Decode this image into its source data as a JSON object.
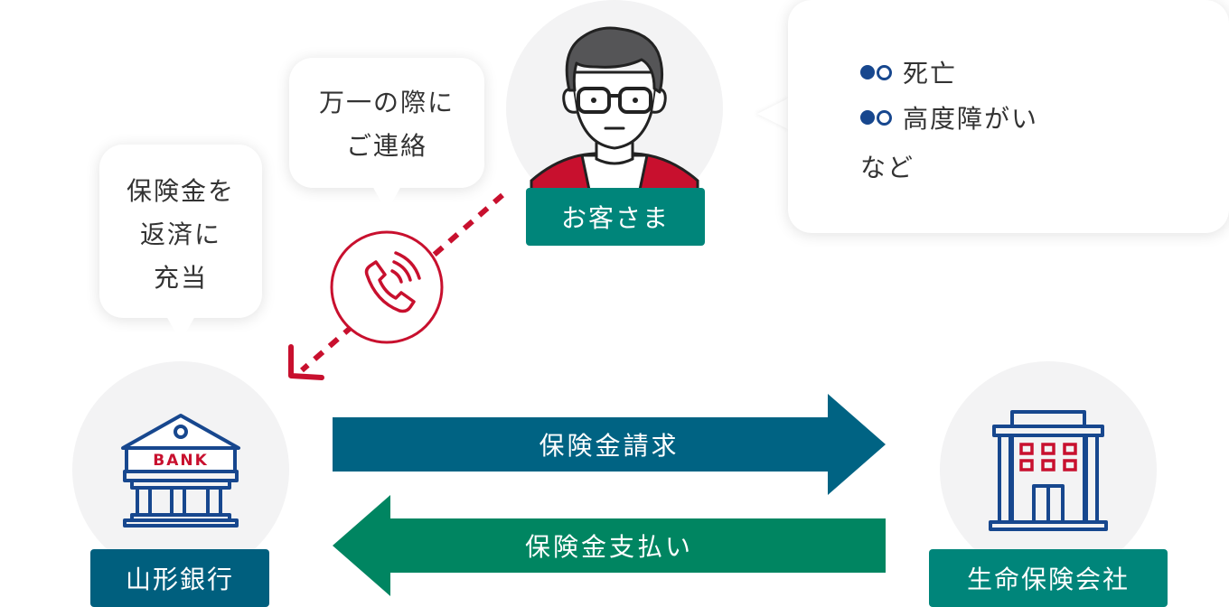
{
  "customer": {
    "label": "お客さま",
    "label_color": "#00857a"
  },
  "bank": {
    "label": "山形銀行",
    "label_color": "#005f7e",
    "sign": "BANK"
  },
  "insurer": {
    "label": "生命保険会社",
    "label_color": "#00857a"
  },
  "bubbles": {
    "contact": {
      "line1": "万一の際に",
      "line2": "ご連絡"
    },
    "repay": {
      "line1": "保険金を",
      "line2": "返済に",
      "line3": "充当"
    },
    "conditions": {
      "item1": "死亡",
      "item2": "高度障がい",
      "suffix": "など"
    }
  },
  "flows": {
    "claim": {
      "label": "保険金請求",
      "color": "#006383"
    },
    "payment": {
      "label": "保険金支払い",
      "color": "#008561"
    }
  },
  "icons": {
    "phone": "phone-call-icon",
    "person": "person-with-glasses-icon",
    "bank": "bank-building-icon",
    "insurer": "office-building-icon"
  },
  "accent_color": "#c8102e"
}
